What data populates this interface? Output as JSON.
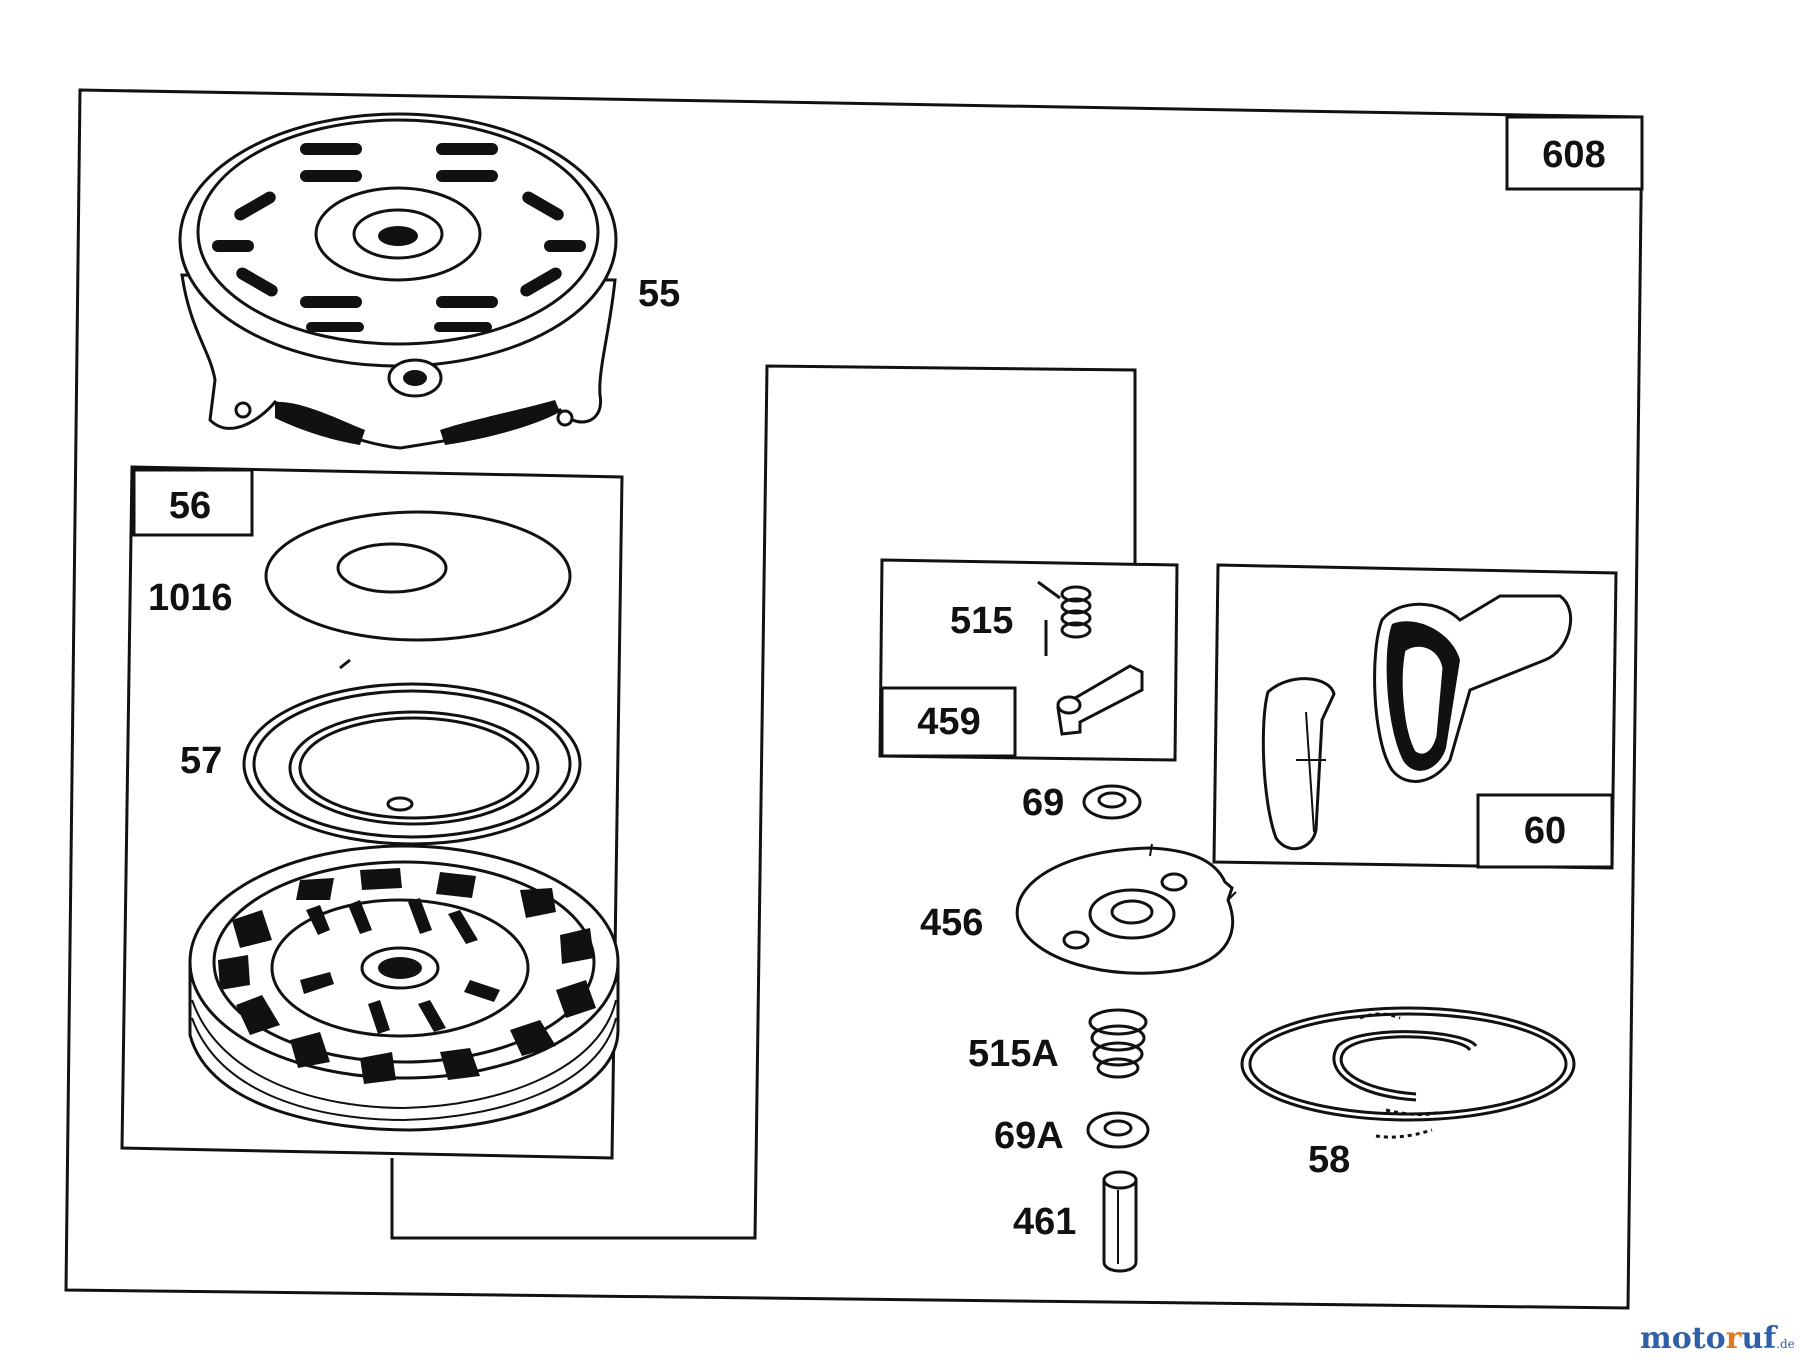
{
  "labels": {
    "assembly": "608",
    "rewind_starter_housing": "55",
    "pulley_kit": "56",
    "spring_cover": "1016",
    "rewind_spring": "57",
    "ratchet_kit": "459",
    "ratchet_spring": "515",
    "washer": "69",
    "ratchet": "456",
    "spring": "515A",
    "washer_a": "69A",
    "retainer": "461",
    "handle": "60",
    "rope": "58"
  },
  "watermark": {
    "text": "motoruf",
    "suffix": ".de",
    "color_primary": "#2f5fa8",
    "color_accent": "#e07a1f"
  }
}
